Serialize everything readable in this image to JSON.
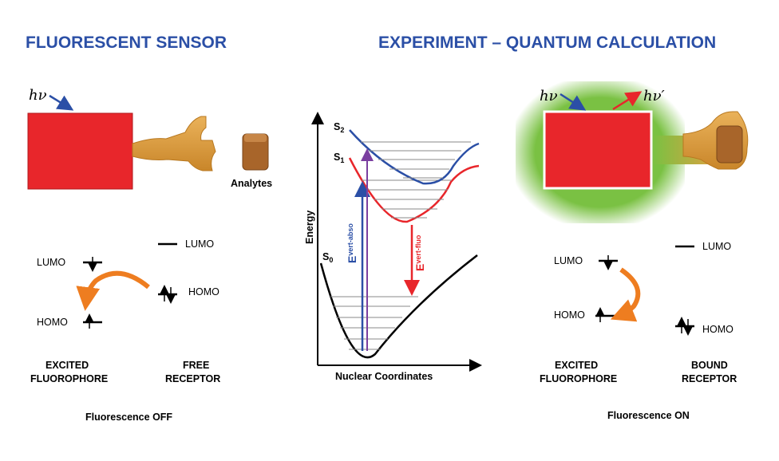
{
  "titles": {
    "left": "FLUORESCENT SENSOR",
    "right": "EXPERIMENT – QUANTUM CALCULATION"
  },
  "left_panel": {
    "hv": "hν",
    "analytes": "Analytes",
    "lumo_fluorophore": "LUMO",
    "homo_fluorophore": "HOMO",
    "lumo_receptor": "LUMO",
    "homo_receptor": "HOMO",
    "caption_fluorophore_1": "EXCITED",
    "caption_fluorophore_2": "FLUOROPHORE",
    "caption_receptor_1": "FREE",
    "caption_receptor_2": "RECEPTOR",
    "status": "Fluorescence OFF"
  },
  "center_panel": {
    "y_axis": "Energy",
    "x_axis": "Nuclear Coordinates",
    "s2": "S",
    "s2_sub": "2",
    "s1": "S",
    "s1_sub": "1",
    "s0": "S",
    "s0_sub": "0",
    "abs_main": "E",
    "abs_sub": "vert-abso",
    "fluo_main": "E",
    "fluo_sub": "vert-fluo"
  },
  "right_panel": {
    "hv": "hν",
    "hv_prime": "hν′",
    "lumo_fluorophore": "LUMO",
    "homo_fluorophore": "HOMO",
    "lumo_receptor": "LUMO",
    "homo_receptor": "HOMO",
    "caption_fluorophore_1": "EXCITED",
    "caption_fluorophore_2": "FLUOROPHORE",
    "caption_receptor_1": "BOUND",
    "caption_receptor_2": "RECEPTOR",
    "status": "Fluorescence ON"
  },
  "colors": {
    "title_blue": "#2b4fa6",
    "fluorophore_red": "#e8262b",
    "receptor_orange": "#e0a040",
    "analyte_brown": "#a8652a",
    "s2_curve": "#2b4fa6",
    "s1_curve": "#e8262b",
    "glow_green": "#7ac143",
    "transfer_arrow": "#ee7d20"
  }
}
